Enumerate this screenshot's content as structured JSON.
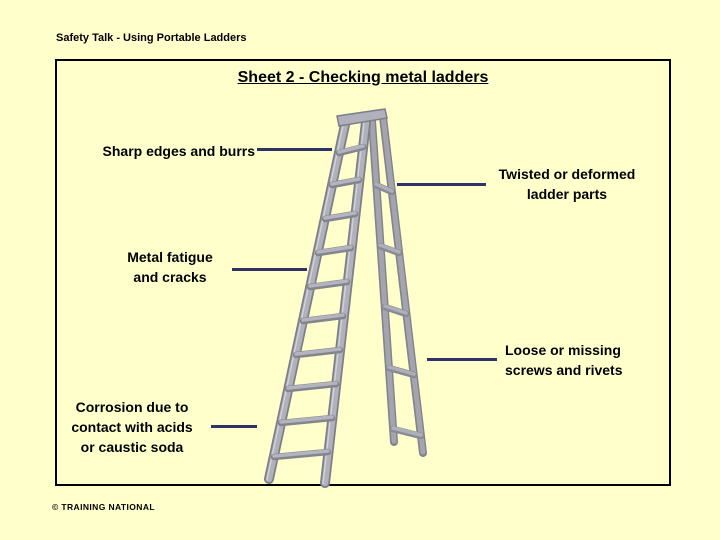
{
  "slide": {
    "header": "Safety Talk - Using Portable Ladders",
    "title": "Sheet 2 - Checking metal ladders",
    "footer": "© TRAINING NATIONAL"
  },
  "labels": {
    "sharp_edges": "Sharp edges and burrs",
    "twisted_parts": "Twisted or deformed\nladder parts",
    "metal_fatigue": "Metal fatigue\nand cracks",
    "loose_screws": "Loose or missing\nscrews and rivets",
    "corrosion": "Corrosion due to\ncontact with acids\nor caustic soda"
  },
  "illustration": {
    "icon": "ladder-illustration",
    "subject": "A-frame metal stepladder"
  },
  "colors": {
    "background": "#FFFFCC",
    "text": "#000000",
    "frame_border": "#000000",
    "leader_line": "#2F3264",
    "ladder_body": "#B1B1BC",
    "ladder_edge": "#7E7E89",
    "ladder_highlight": "#D3D3DB"
  }
}
